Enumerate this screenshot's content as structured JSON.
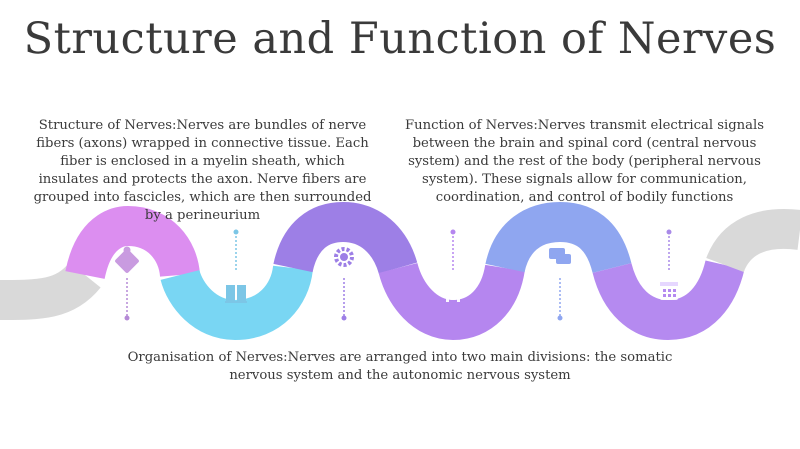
{
  "title": "Structure and Function of Nerves",
  "blocks": {
    "structure": "Structure of Nerves:Nerves are bundles of nerve fibers (axons) wrapped in connective tissue. Each fiber is enclosed in a myelin sheath, which insulates and protects the axon. Nerve fibers are grouped into fascicles, which are then surrounded by a perineurium",
    "function": "Function of Nerves:Nerves transmit electrical signals between the brain and spinal cord (central nervous system) and the rest of the body (peripheral nervous system). These signals allow for communication, coordination, and control of bodily functions",
    "organisation": "Organisation of Nerves:Nerves are arranged into two main divisions: the somatic nervous system and the autonomic nervous system"
  },
  "icons": [
    "puzzle-icon",
    "book-icon",
    "gear-icon",
    "piggy-bank-icon",
    "chat-icon",
    "calendar-icon"
  ],
  "colors": {
    "grey": "#d9d9d9",
    "pink": "#dc8ef0",
    "cyan": "#79d6f3",
    "purple": "#9d7fe6",
    "violet": "#b586ef",
    "blue": "#8fa6f0"
  }
}
